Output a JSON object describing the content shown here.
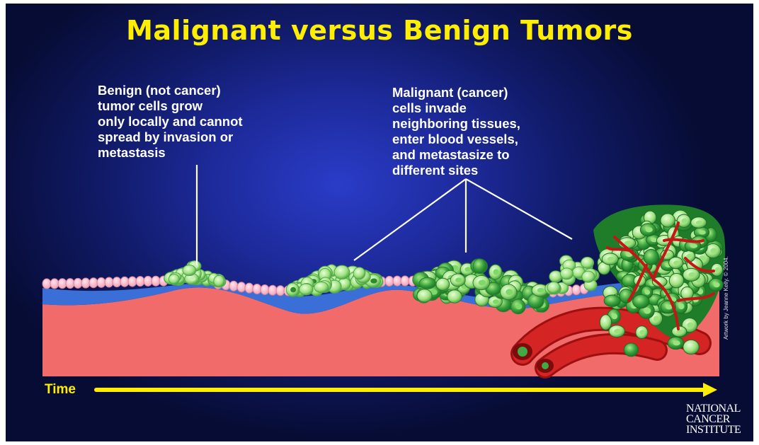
{
  "title": "Malignant versus Benign Tumors",
  "captions": {
    "benign": "Benign (not cancer)\ntumor cells grow\nonly locally and cannot\nspread by invasion or\nmetastasis",
    "malignant": "Malignant (cancer)\ncells invade\nneighboring tissues,\nenter blood vessels,\nand metastasize to\ndifferent sites"
  },
  "time_label": "Time",
  "credit": "Artwork by Jeanne Kelly. © 2004.",
  "logo": "NATIONAL\nCANCER\nINSTITUTE",
  "colors": {
    "title": "#ffee00",
    "tissue": "#f26b6b",
    "membrane": "#3a6fd8",
    "normal_cell": "#f7b3c4",
    "tumor_cell": "#2e9e3a",
    "vessel": "#cc1f1f",
    "arrow": "#ffee00"
  }
}
